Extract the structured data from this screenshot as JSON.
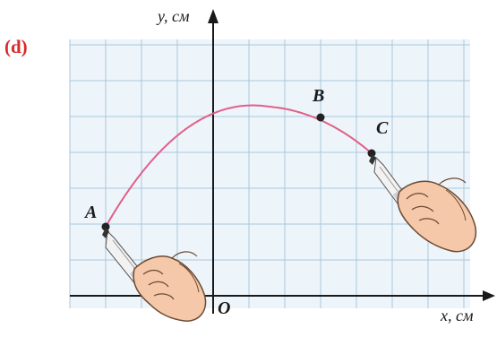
{
  "panel_label": "(d)",
  "axes": {
    "y_label": "y, см",
    "x_label": "x, см",
    "origin_label": "O"
  },
  "points": {
    "A": "A",
    "B": "B",
    "C": "C"
  },
  "colors": {
    "curve": "#e0608a",
    "grid": "#a8c6dc",
    "grid_bg": "#eef5fa",
    "axis": "#1a1a1a",
    "panel_label": "#d8292a",
    "point": "#222222"
  },
  "icons": {
    "left_hand": "hand-holding-pen-icon",
    "right_hand": "hand-holding-pen-icon"
  }
}
